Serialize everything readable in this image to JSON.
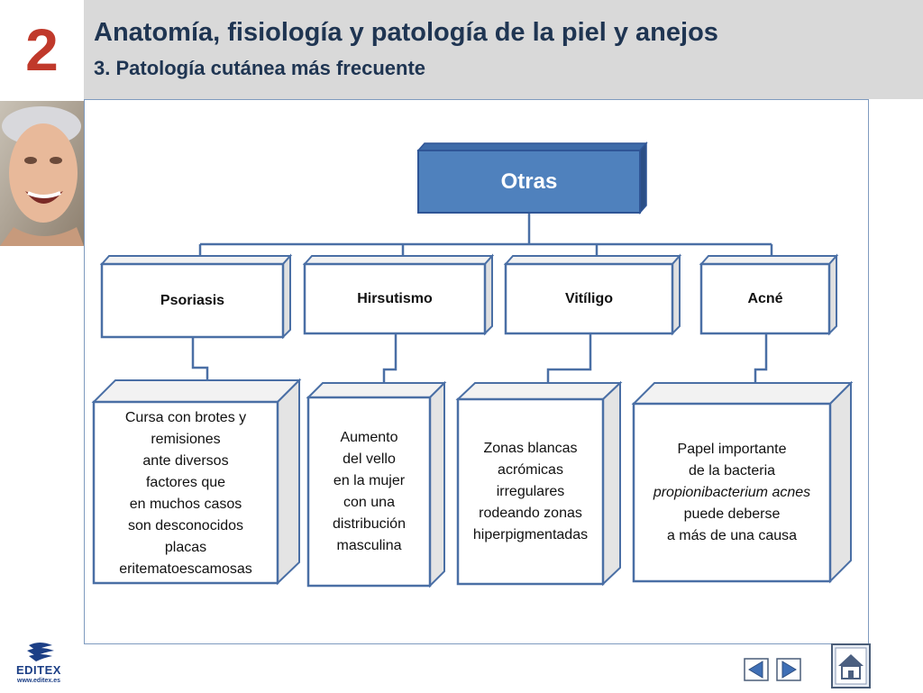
{
  "header": {
    "chapter_number": "2",
    "title": "Anatomía, fisiología y patología de la piel y anejos",
    "subtitle": "3. Patología cutánea más frecuente"
  },
  "diagram": {
    "root": "Otras",
    "categories": [
      {
        "label": "Psoriasis",
        "description": [
          "Cursa con brotes y",
          "remisiones",
          "ante diversos",
          "factores que",
          "en muchos casos",
          "son desconocidos",
          "placas",
          "eritematoescamosas"
        ]
      },
      {
        "label": "Hirsutismo",
        "description": [
          "Aumento",
          "del vello",
          "en la mujer",
          "con una",
          "distribución",
          "masculina"
        ]
      },
      {
        "label": "Vitíligo",
        "description": [
          "Zonas blancas",
          "acrómicas",
          "irregulares",
          "rodeando zonas",
          "hiperpigmentadas"
        ]
      },
      {
        "label": "Acné",
        "description": [
          "Papel importante",
          "de la bacteria",
          "propionibacterium acnes",
          "puede deberse",
          "a más de una causa"
        ]
      }
    ]
  },
  "footer": {
    "logo_text": "EDITEX",
    "logo_url": "www.editex.es"
  },
  "colors": {
    "root_fill": "#4f81bd",
    "box_border": "#4a6fa5",
    "side_fill": "#e8e8e8",
    "header_bg": "#d9d9d9",
    "title_color": "#1f3552",
    "chapter_color": "#c0392b"
  },
  "icons": [
    "prev-arrow-icon",
    "next-arrow-icon",
    "home-icon"
  ]
}
